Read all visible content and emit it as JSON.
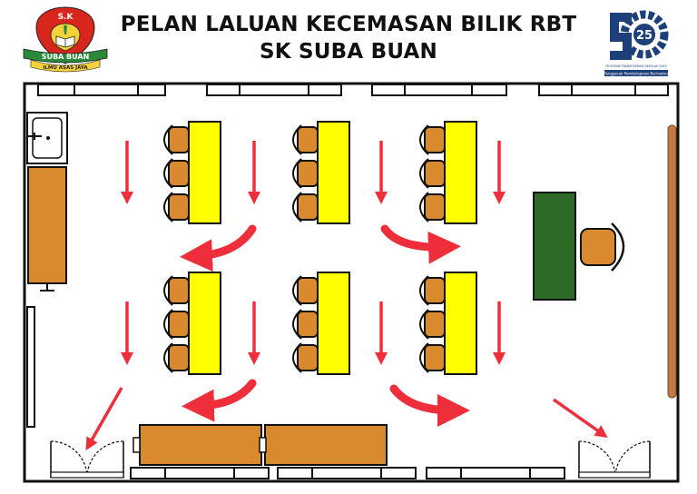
{
  "header": {
    "title_line1": "PELAN LALUAN KECEMASAN BILIK RBT",
    "title_line2": "SK SUBA BUAN"
  },
  "logo_left": {
    "top_text": "S.K",
    "banner_text": "SUBA BUAN",
    "motto_text": "ILMU ASAS JAYA"
  },
  "logo_right": {
    "number": "25",
    "caption1": "PROGRAM TRANSFORMASI SEKOLAH 2025",
    "caption2": "Penggerak Pembelajaran Bermakna"
  },
  "colors": {
    "arrow": "#ee2e3a",
    "desk": "#ffff00",
    "chair": "#d98a2e",
    "cabinet": "#d98a2e",
    "teacher_desk": "#2d6a25",
    "board": "#c07a46",
    "logo_red": "#d9261c",
    "logo_green": "#2a8a3a",
    "logo_blue": "#1d3f7a"
  }
}
